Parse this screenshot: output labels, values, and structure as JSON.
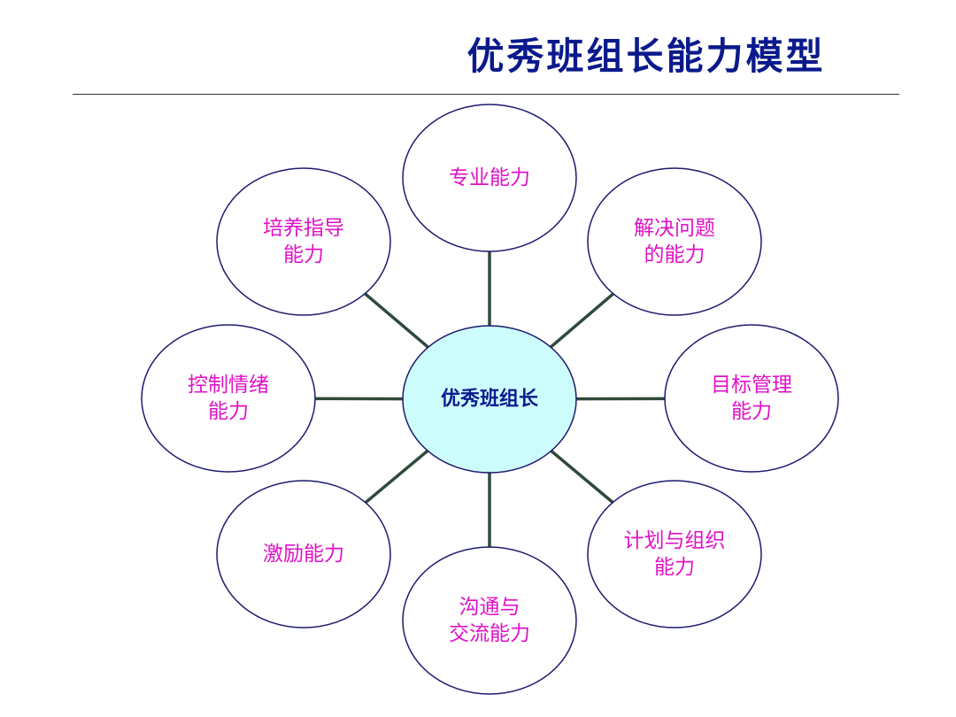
{
  "title": "优秀班组长能力模型",
  "center": {
    "label": "优秀班组长",
    "fill": "#cdfcfc"
  },
  "colors": {
    "title": "#0a1a8c",
    "node_text": "#e012c8",
    "node_border": "#1c1a6e",
    "connector": "#2e4a3a"
  },
  "nodes": [
    {
      "id": "professional",
      "lines": [
        "专业能力"
      ]
    },
    {
      "id": "problem-solving",
      "lines": [
        "解决问题",
        "的能力"
      ]
    },
    {
      "id": "goal-management",
      "lines": [
        "目标管理",
        "能力"
      ]
    },
    {
      "id": "planning-organizing",
      "lines": [
        "计划与组织",
        "能力"
      ]
    },
    {
      "id": "communication",
      "lines": [
        "沟通与",
        "交流能力"
      ]
    },
    {
      "id": "motivation",
      "lines": [
        "激励能力"
      ]
    },
    {
      "id": "emotion-control",
      "lines": [
        "控制情绪",
        "能力"
      ]
    },
    {
      "id": "coaching",
      "lines": [
        "培养指导",
        "能力"
      ]
    }
  ]
}
